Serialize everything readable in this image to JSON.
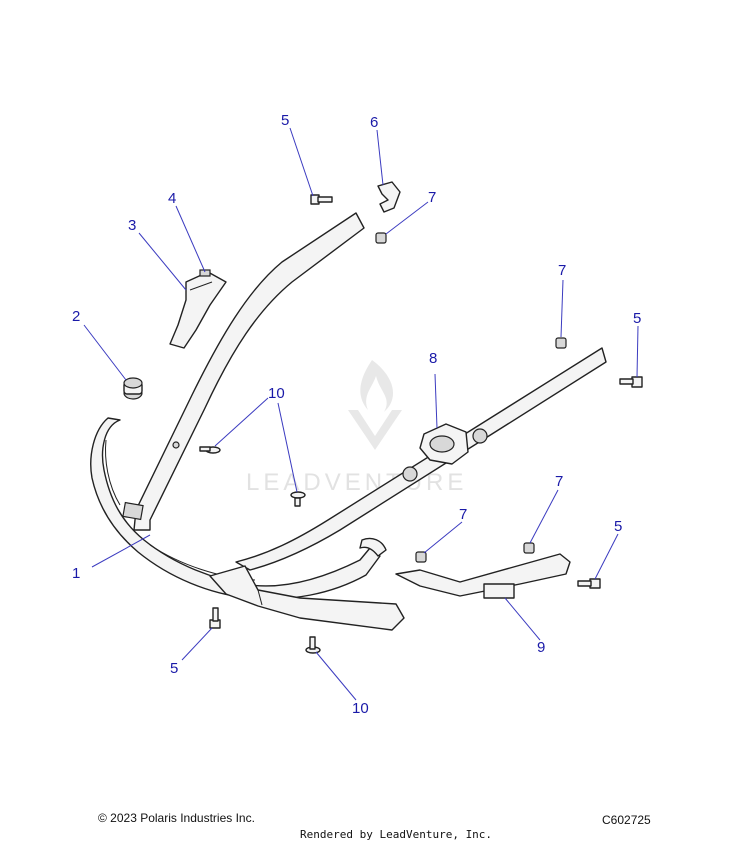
{
  "diagram": {
    "watermark": "LEADVENTURE",
    "callouts": [
      {
        "id": "c1",
        "label": "1"
      },
      {
        "id": "c2",
        "label": "2"
      },
      {
        "id": "c3",
        "label": "3"
      },
      {
        "id": "c4",
        "label": "4"
      },
      {
        "id": "c5a",
        "label": "5"
      },
      {
        "id": "c5b",
        "label": "5"
      },
      {
        "id": "c5c",
        "label": "5"
      },
      {
        "id": "c5d",
        "label": "5"
      },
      {
        "id": "c6",
        "label": "6"
      },
      {
        "id": "c7a",
        "label": "7"
      },
      {
        "id": "c7b",
        "label": "7"
      },
      {
        "id": "c7c",
        "label": "7"
      },
      {
        "id": "c7d",
        "label": "7"
      },
      {
        "id": "c8",
        "label": "8"
      },
      {
        "id": "c9",
        "label": "9"
      },
      {
        "id": "c10a",
        "label": "10"
      },
      {
        "id": "c10b",
        "label": "10"
      }
    ]
  },
  "footer": {
    "copyright": "© 2023 Polaris Industries Inc.",
    "rendered_by": "Rendered by LeadVenture, Inc.",
    "figure_code": "C602725"
  }
}
